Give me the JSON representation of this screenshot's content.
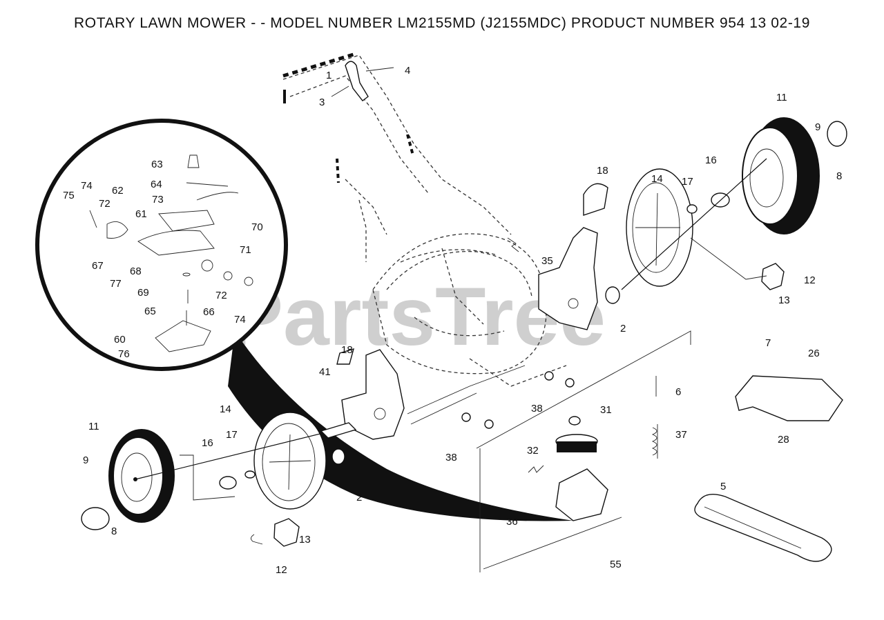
{
  "title": "ROTARY LAWN MOWER - - MODEL NUMBER LM2155MD (J2155MDC)  PRODUCT NUMBER  954 13 02-19",
  "watermark": "PartsTree",
  "callouts": {
    "c1": "1",
    "c3": "3",
    "c4": "4",
    "c63": "63",
    "c64": "64",
    "c73": "73",
    "c74a": "74",
    "c75": "75",
    "c62": "62",
    "c72a": "72",
    "c61": "61",
    "c70": "70",
    "c67": "67",
    "c68": "68",
    "c71": "71",
    "c77": "77",
    "c69": "69",
    "c72b": "72",
    "c65": "65",
    "c66": "66",
    "c74b": "74",
    "c60": "60",
    "c76": "76",
    "c18a": "18",
    "c18b": "18",
    "c14a": "14",
    "c17a": "17",
    "c16a": "16",
    "c11a": "11",
    "c9a": "9",
    "c8a": "8",
    "c35": "35",
    "c2a": "2",
    "c13a": "13",
    "c12a": "12",
    "c41": "41",
    "c14b": "14",
    "c11b": "11",
    "c16b": "16",
    "c17b": "17",
    "c9b": "9",
    "c8b": "8",
    "c2b": "2",
    "c13b": "13",
    "c12b": "12",
    "c38a": "38",
    "c38b": "38",
    "c7": "7",
    "c26": "26",
    "c28": "28",
    "c6": "6",
    "c31": "31",
    "c37": "37",
    "c32": "32",
    "c36": "36",
    "c55": "55",
    "c5": "5"
  }
}
